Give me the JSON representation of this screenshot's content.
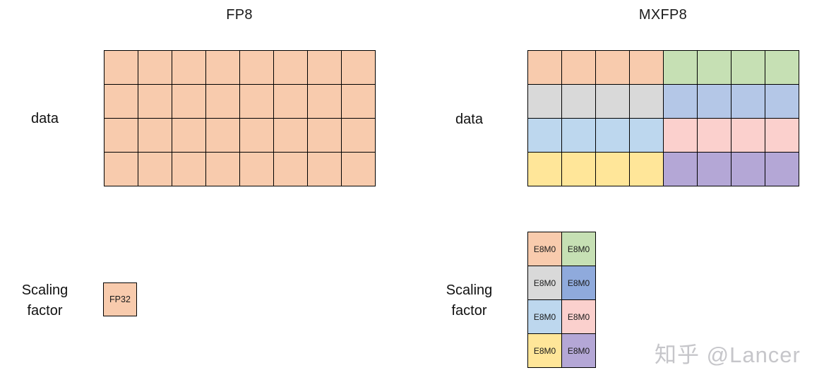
{
  "fp8": {
    "title": "FP8",
    "data_label": "data",
    "scaling_label_lines": [
      "Scaling",
      "factor"
    ],
    "data_grid": {
      "rows": 4,
      "cols": 8,
      "block_colors": [
        [
          "#F8CBAD",
          "#F8CBAD"
        ],
        [
          "#F8CBAD",
          "#F8CBAD"
        ],
        [
          "#F8CBAD",
          "#F8CBAD"
        ],
        [
          "#F8CBAD",
          "#F8CBAD"
        ]
      ]
    },
    "scaling_factor": {
      "label": "FP32",
      "color": "#F8CBAD"
    }
  },
  "mxfp8": {
    "title": "MXFP8",
    "data_label": "data",
    "scaling_label_lines": [
      "Scaling",
      "factor"
    ],
    "data_grid": {
      "rows": 4,
      "cols": 8,
      "block_colors": [
        [
          "#F8CBAD",
          "#C6E0B4"
        ],
        [
          "#D9D9D9",
          "#B4C7E7"
        ],
        [
          "#BDD7EE",
          "#FBD0CD"
        ],
        [
          "#FFE699",
          "#B4A7D6"
        ]
      ]
    },
    "scaling_grid": {
      "rows": 4,
      "cols": 2,
      "cell_label": "E8M0",
      "block_colors": [
        [
          "#F8CBAD",
          "#C6E0B4"
        ],
        [
          "#D9D9D9",
          "#8FAADC"
        ],
        [
          "#BDD7EE",
          "#FBD0CD"
        ],
        [
          "#FFE699",
          "#B4A7D6"
        ]
      ]
    }
  },
  "watermark": {
    "text": "知乎 @Lancer",
    "color": "#C6C6CA"
  }
}
